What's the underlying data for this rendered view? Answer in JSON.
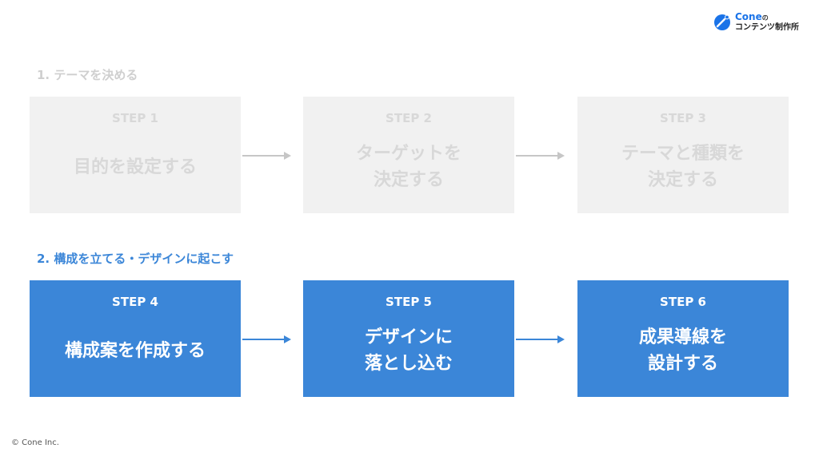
{
  "logo": {
    "brand": "Cone",
    "brand_suffix": "の",
    "subtitle": "コンテンツ制作所",
    "icon": "cone-logo-icon"
  },
  "sections": [
    {
      "title": "1. テーマを決める",
      "steps": [
        {
          "label": "STEP 1",
          "text": "目的を設定する"
        },
        {
          "label": "STEP 2",
          "text": "ターゲットを\n決定する"
        },
        {
          "label": "STEP 3",
          "text": "テーマと種類を\n決定する"
        }
      ]
    },
    {
      "title": "2. 構成を立てる・デザインに起こす",
      "steps": [
        {
          "label": "STEP 4",
          "text": "構成案を作成する"
        },
        {
          "label": "STEP 5",
          "text": "デザインに\n落とし込む"
        },
        {
          "label": "STEP 6",
          "text": "成果導線を\n設計する"
        }
      ]
    }
  ],
  "copyright": "© Cone Inc.",
  "colors": {
    "active": "#3b86d8",
    "inactive_bg": "#f1f1f1",
    "inactive_text": "#d8d8d8",
    "arrow_inactive": "#c6c6c6",
    "brand": "#1a73e8"
  },
  "icons": {
    "arrow": "right-arrow-icon"
  }
}
